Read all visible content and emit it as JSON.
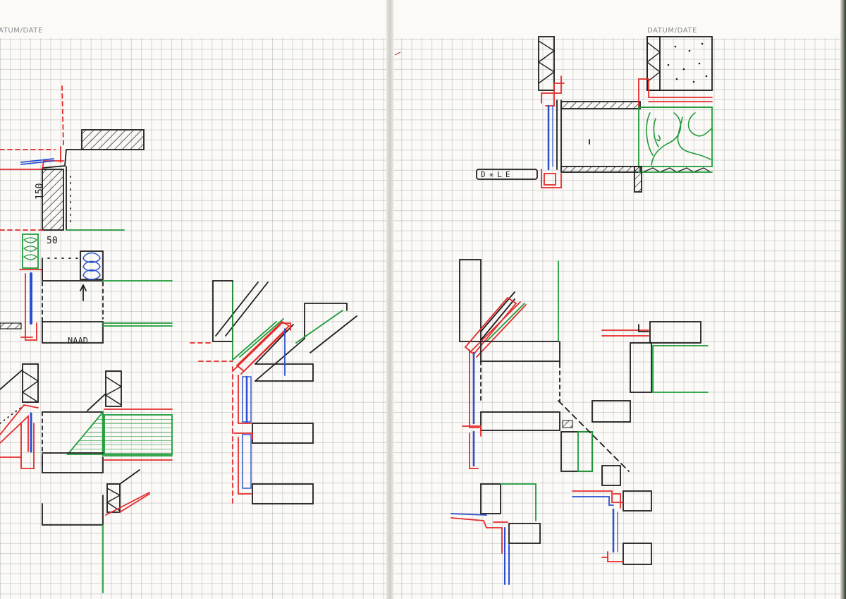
{
  "pages": {
    "left_header": "ATUM/DATE",
    "right_header": "DATUM/DATE"
  },
  "annotations": {
    "dim_150": "150",
    "dim_50": "50",
    "naad": "NAAD",
    "dale": "D✳LE"
  },
  "colors": {
    "ink_black": "#1e1e1e",
    "ink_red": "#e52b2b",
    "ink_green": "#1f9a3a",
    "ink_blue": "#2a4fd0",
    "grid": "#b3b3bb",
    "paper": "#fbfaf7"
  }
}
